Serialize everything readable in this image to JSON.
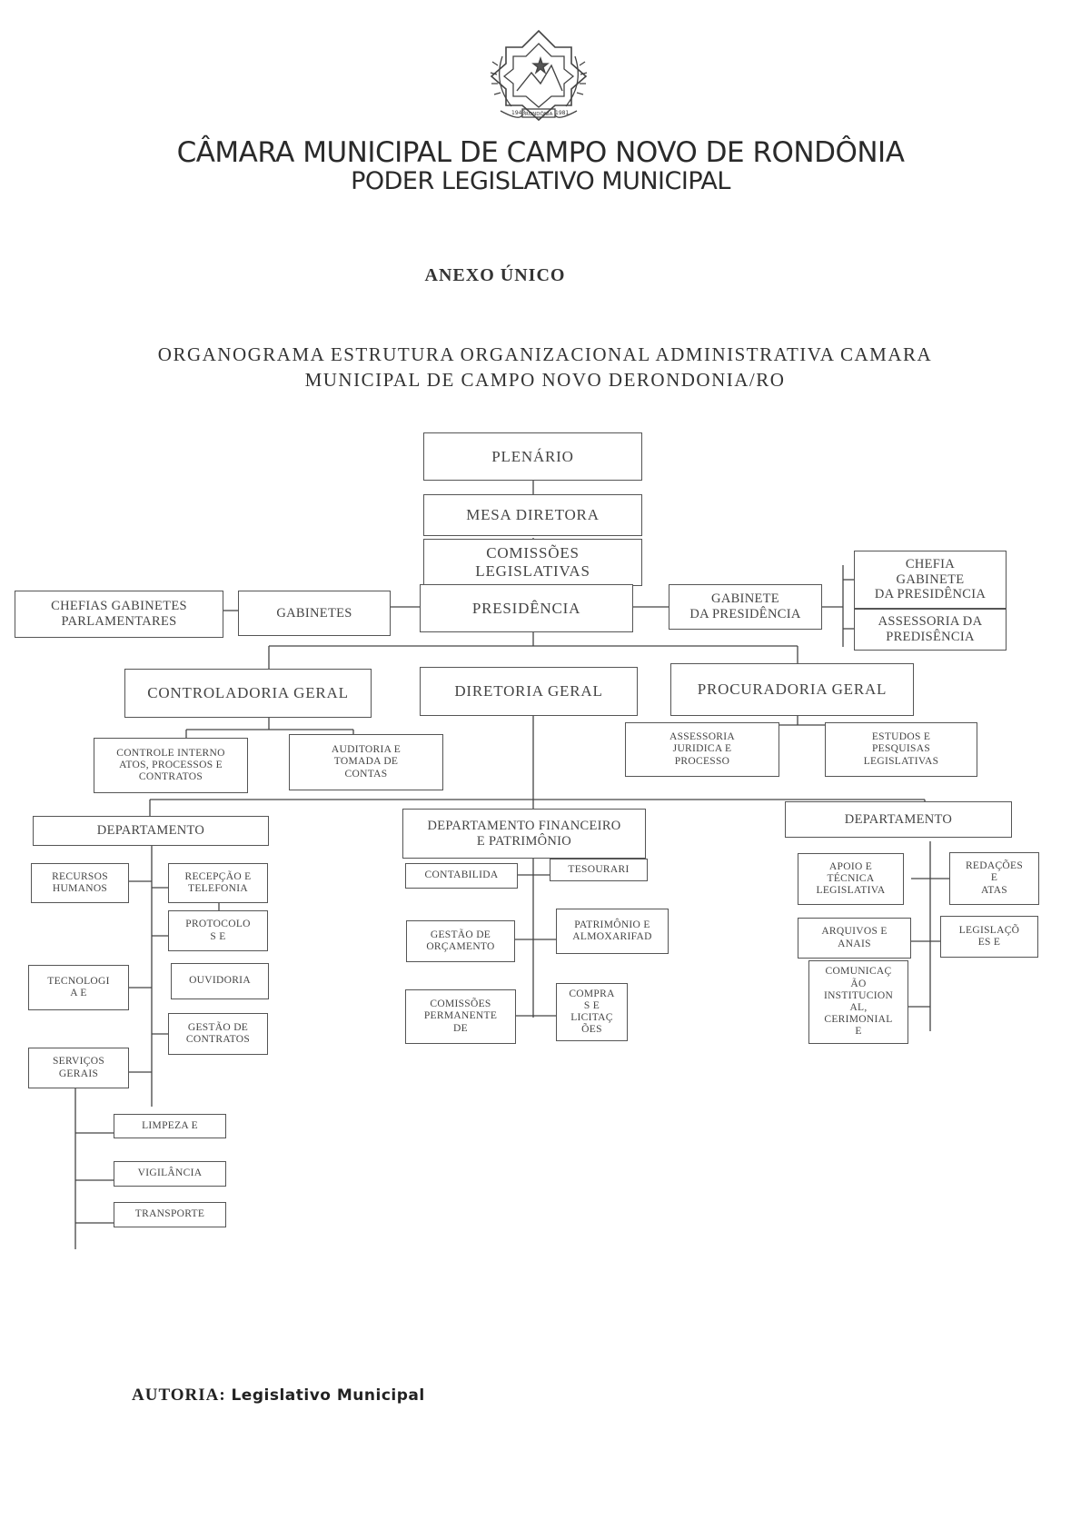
{
  "header": {
    "seal_year_left": "1943",
    "seal_year_right": "1981",
    "seal_banner": "RONDÔNIA",
    "line1": "CÂMARA MUNICIPAL DE CAMPO NOVO DE RONDÔNIA",
    "line2": "PODER LEGISLATIVO MUNICIPAL"
  },
  "anexo": "ANEXO ÚNICO",
  "org_title": {
    "line1": "ORGANOGRAMA   ESTRUTURA ORGANIZACIONAL ADMINISTRATIVA CAMARA",
    "line2": "MUNICIPAL DE CAMPO NOVO DERONDONIA/RO"
  },
  "chart": {
    "plenario": "PLENÁRIO",
    "mesa": "MESA DIRETORA",
    "comissoes": "COMISSÕES\nLEGISLATIVAS",
    "presidencia": "PRESIDÊNCIA",
    "gabinetes": "GABINETES",
    "chefias_gabinetes": "CHEFIAS GABINETES\nPARLAMENTARES",
    "gabinete_presidencia": "GABINETE\nDA PRESIDÊNCIA",
    "chefia_gabinete": "CHEFIA\nGABINETE\nDA PRESIDÊNCIA",
    "assessoria_presidencia": "ASSESSORIA DA\nPREDISÊNCIA",
    "controladoria": "CONTROLADORIA GERAL",
    "diretoria": "DIRETORIA GERAL",
    "procuradoria": "PROCURADORIA GERAL",
    "controle_interno": "CONTROLE INTERNO\nATOS, PROCESSOS E\nCONTRATOS",
    "auditoria": "AUDITORIA E\nTOMADA DE\nCONTAS",
    "assessoria_juridica": "ASSESSORIA\nJURIDICA E\nPROCESSO",
    "estudos": "ESTUDOS E\nPESQUISAS\nLEGISLATIVAS",
    "dept_left": "DEPARTAMENTO",
    "dept_fin": "DEPARTAMENTO FINANCEIRO\nE PATRIMÔNIO",
    "dept_right": "DEPARTAMENTO",
    "recursos_humanos": "RECURSOS\nHUMANOS",
    "recepcao": "RECEPÇÃO E\nTELEFONIA",
    "protocolo": "PROTOCOLO\nS E",
    "tecnologia": "TECNOLOGI\nA E",
    "ouvidoria": "OUVIDORIA",
    "gestao_contratos": "GESTÃO DE\nCONTRATOS",
    "servicos_gerais": "SERVIÇOS\nGERAIS",
    "limpeza": "LIMPEZA E",
    "vigilancia": "VIGILÂNCIA",
    "transporte": "TRANSPORTE",
    "contabilidade": "CONTABILIDA",
    "tesouraria": "TESOURARI",
    "gestao_orcamento": "GESTÃO DE\nORÇAMENTO",
    "patrimonio": "PATRIMÔNIO E\nALMOXARIFAD",
    "comissoes_permanente": "COMISSÕES\nPERMANENTE\nDE",
    "compras": "COMPRA\nS E\nLICITAÇ\nÕES",
    "apoio_tecnica": "APOIO E\nTÉCNICA\nLEGISLATIVA",
    "redacoes": "REDAÇÕES\nE\nATAS",
    "arquivos": "ARQUIVOS E\nANAIS",
    "legislacoes": "LEGISLAÇÕ\nES          E",
    "comunicacao": "COMUNICAÇ\nÃO\nINSTITUCION\nAL,\nCERIMONIAL\nE"
  },
  "footer": {
    "label": "AUTORIA:",
    "value": "Legislativo Municipal"
  }
}
